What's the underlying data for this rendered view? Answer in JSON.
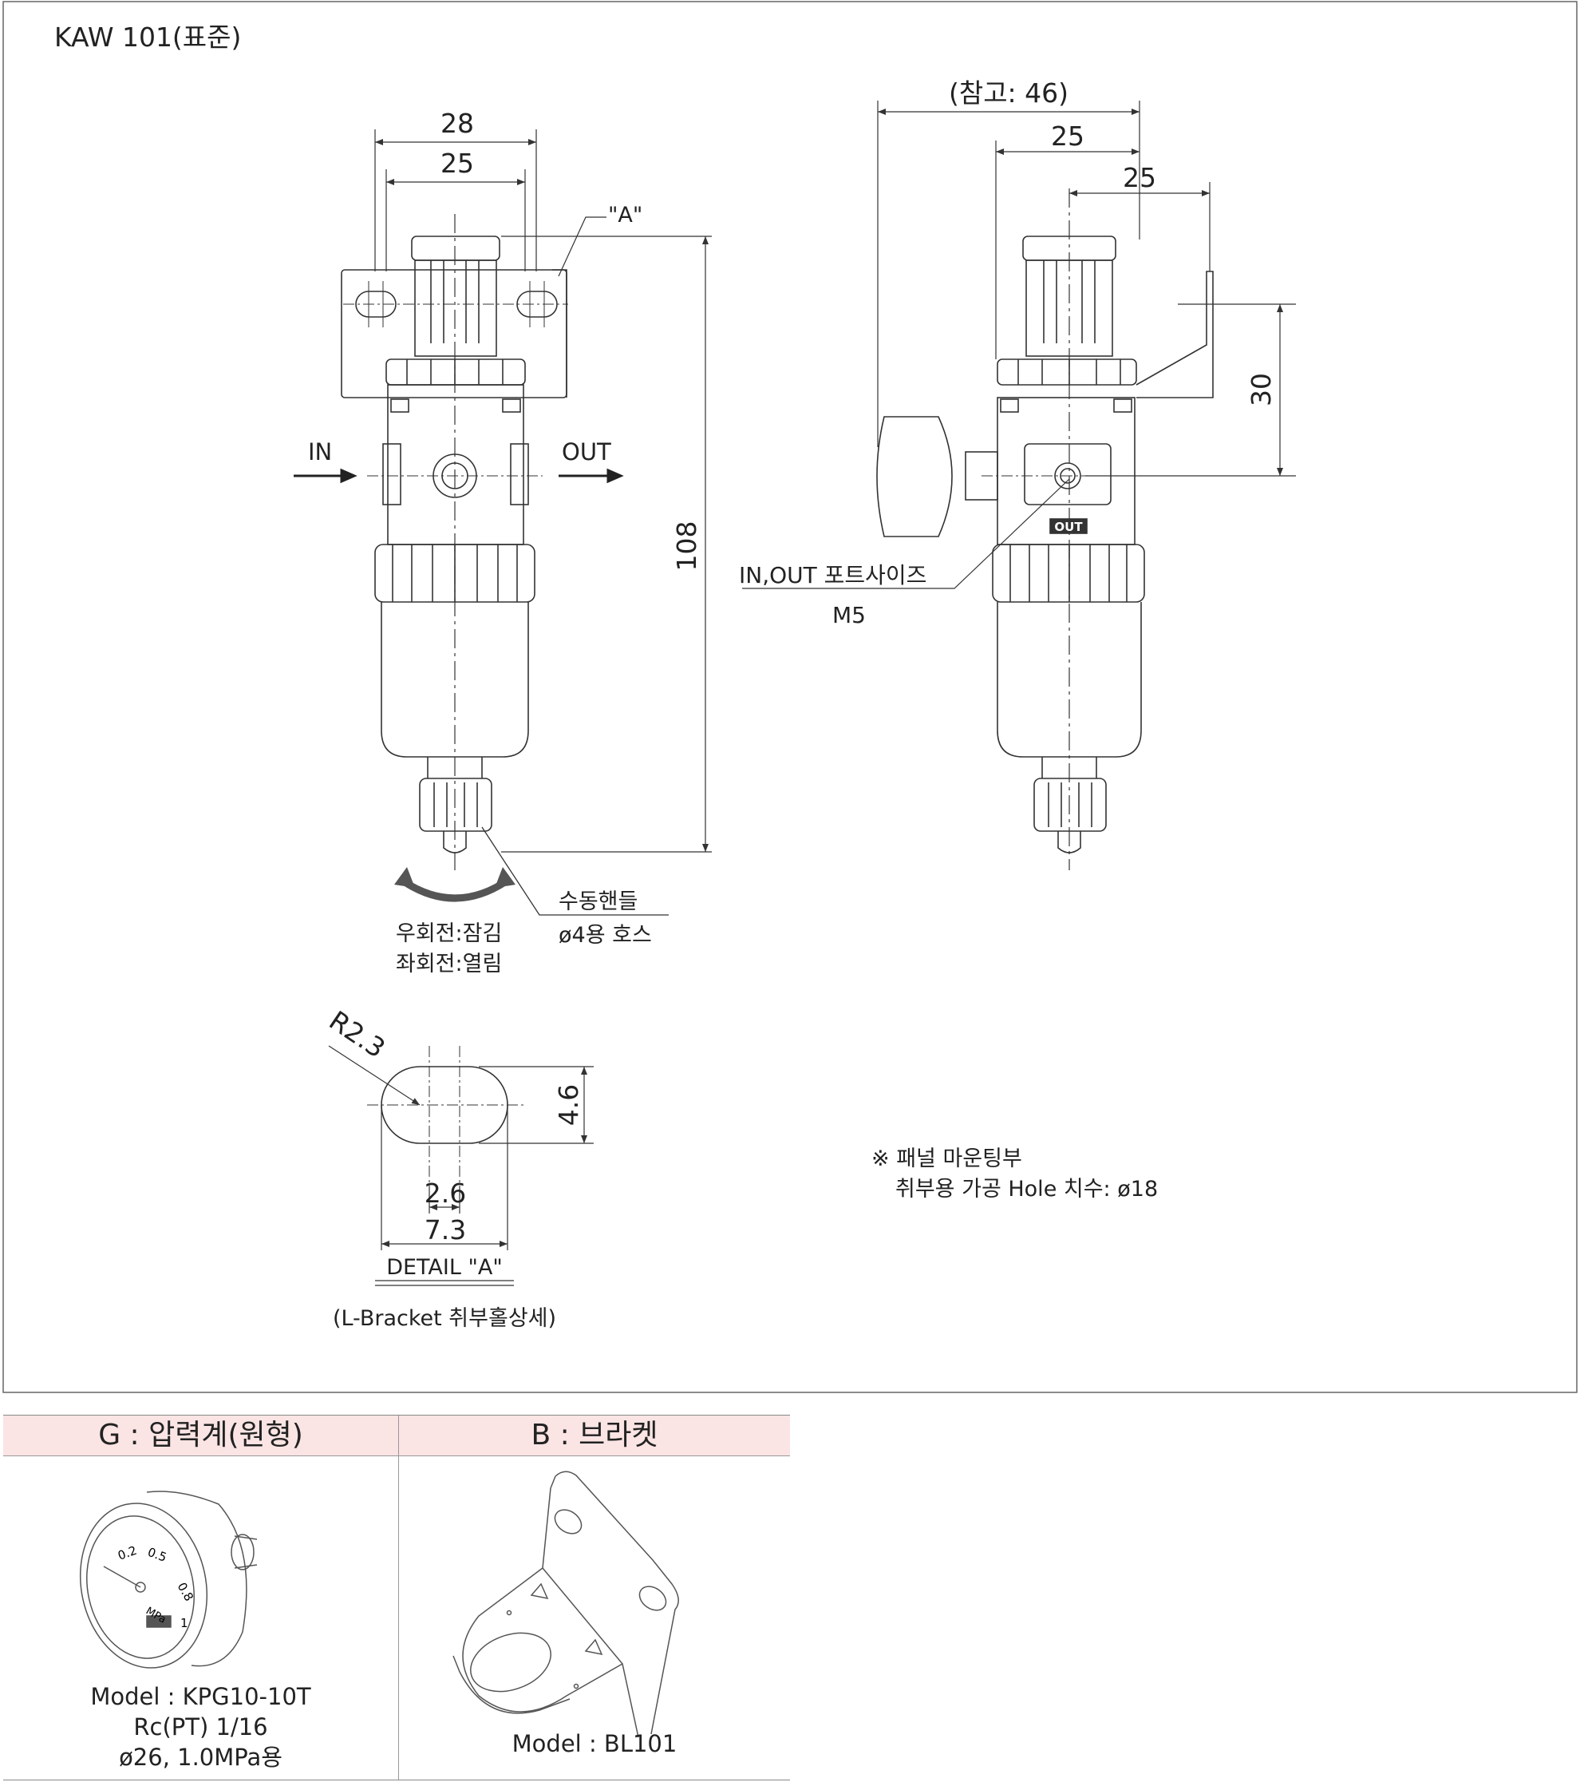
{
  "title": "KAW 101(표준)",
  "front_view": {
    "dim_28": "28",
    "dim_25": "25",
    "dim_108": "108",
    "callout_a": "\"A\"",
    "label_in": "IN",
    "label_out": "OUT",
    "rotation_note_1": "우회전:잠김",
    "rotation_note_2": "좌회전:열림",
    "drain_label_1": "수동핸들",
    "drain_label_2": "ø4용 호스"
  },
  "side_view": {
    "dim_ref": "(참고: 46)",
    "dim_25a": "25",
    "dim_25b": "25",
    "dim_30": "30",
    "out_tag": "OUT",
    "port_label": "IN,OUT 포트사이즈",
    "port_size": "M5"
  },
  "detail": {
    "radius": "R2.3",
    "dim_height": "4.6",
    "dim_inner": "2.6",
    "dim_outer": "7.3",
    "title": "DETAIL  \"A\"",
    "subtitle": "(L-Bracket  취부홀상세)"
  },
  "panel_note": {
    "line1": "※ 패널 마운팅부",
    "line2": "취부용 가공 Hole 치수:  ø18"
  },
  "accessories": {
    "gauge": {
      "header": "G : 압력계(원형)",
      "model": "Model : KPG10-10T",
      "thread": "Rc(PT)  1/16",
      "spec": "ø26, 1.0MPa용",
      "scale_labels": [
        "0.2",
        "0.5",
        "0.8",
        "1"
      ],
      "unit": "MPa"
    },
    "bracket": {
      "header": "B : 브라켓",
      "model": "Model : BL101"
    }
  }
}
